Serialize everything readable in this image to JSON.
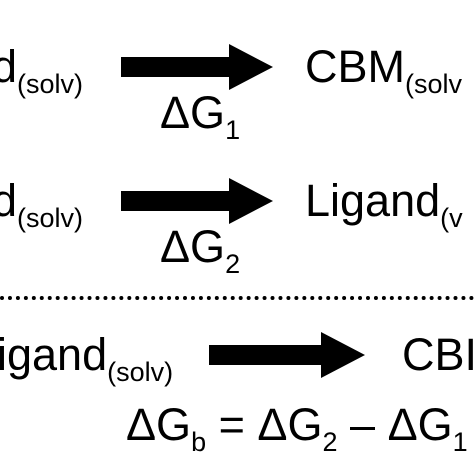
{
  "reaction1": {
    "left_main": "d",
    "left_sub": "(solv)",
    "arrow_label_main": "ΔG",
    "arrow_label_sub": "1",
    "right_main": "CBM",
    "right_sub": "(solv"
  },
  "reaction2": {
    "left_main": "d",
    "left_sub": "(solv)",
    "arrow_label_main": "ΔG",
    "arrow_label_sub": "2",
    "right_main": "Ligand",
    "right_sub": "(v"
  },
  "reaction3": {
    "left_main": "igand",
    "left_sub": "(solv)",
    "right_main": "CBI"
  },
  "equation": {
    "lhs_main": "ΔG",
    "lhs_sub": "b",
    "equals": "=",
    "term1_main": "ΔG",
    "term1_sub": "2",
    "minus": "–",
    "term2_main": "ΔG",
    "term2_sub": "1"
  },
  "colors": {
    "ink": "#000000",
    "background": "#ffffff"
  },
  "icons": [
    "arrow-icon"
  ]
}
